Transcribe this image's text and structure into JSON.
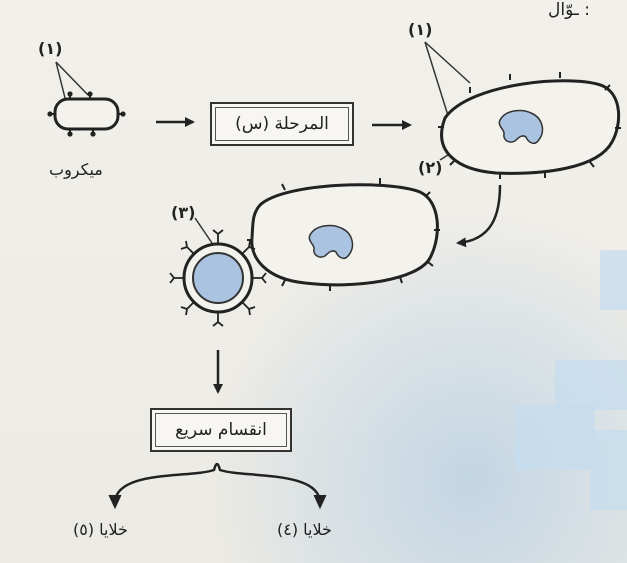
{
  "question_header": "ـوّال :",
  "labels": {
    "n1": "(١)",
    "n1b": "(١)",
    "n2": "(٢)",
    "n3": "(٣)",
    "microbe": "ميكروب"
  },
  "boxes": {
    "stage": "المرحلة (س)",
    "division": "انقسام سريع"
  },
  "outputs": {
    "cells5": "خلايا (٥)",
    "cells4": "خلايا (٤)"
  },
  "colors": {
    "nucleus": "#a9c3e0",
    "watermark": "#c6dcef",
    "ink": "#333333"
  }
}
